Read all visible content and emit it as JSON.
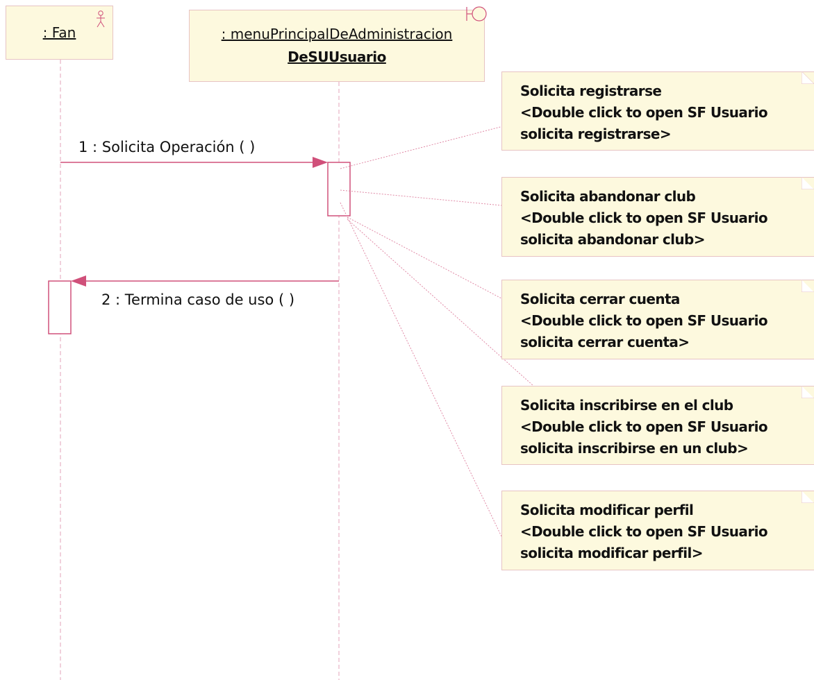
{
  "lifelines": {
    "fan": {
      "name": ": Fan",
      "icon": "actor-icon"
    },
    "menu": {
      "name_line1": ": menuPrincipalDeAdministracion",
      "name_line2": "DeSUUsuario",
      "icon": "boundary-icon"
    }
  },
  "messages": [
    {
      "label": "1 : Solicita Operación (  )"
    },
    {
      "label": "2 : Termina caso de uso (  )"
    }
  ],
  "notes": [
    {
      "title": "Solicita registrarse",
      "line2": "<Double click to open SF Usuario",
      "line3": "solicita registrarse>"
    },
    {
      "title": "Solicita abandonar club",
      "line2": "<Double click to open SF Usuario",
      "line3": "solicita abandonar club>"
    },
    {
      "title": "Solicita cerrar cuenta",
      "line2": "<Double click to open SF Usuario",
      "line3": "solicita cerrar cuenta>"
    },
    {
      "title": "Solicita inscribirse en el club",
      "line2": "<Double click to open SF Usuario",
      "line3": "solicita inscribirse en un club>"
    },
    {
      "title": "Solicita modificar perfil",
      "line2": "<Double click to open SF Usuario",
      "line3": "solicita modificar perfil>"
    }
  ],
  "colors": {
    "line": "#d0507a",
    "box_fill": "#fdf9de",
    "box_border": "#e7c3c3"
  }
}
